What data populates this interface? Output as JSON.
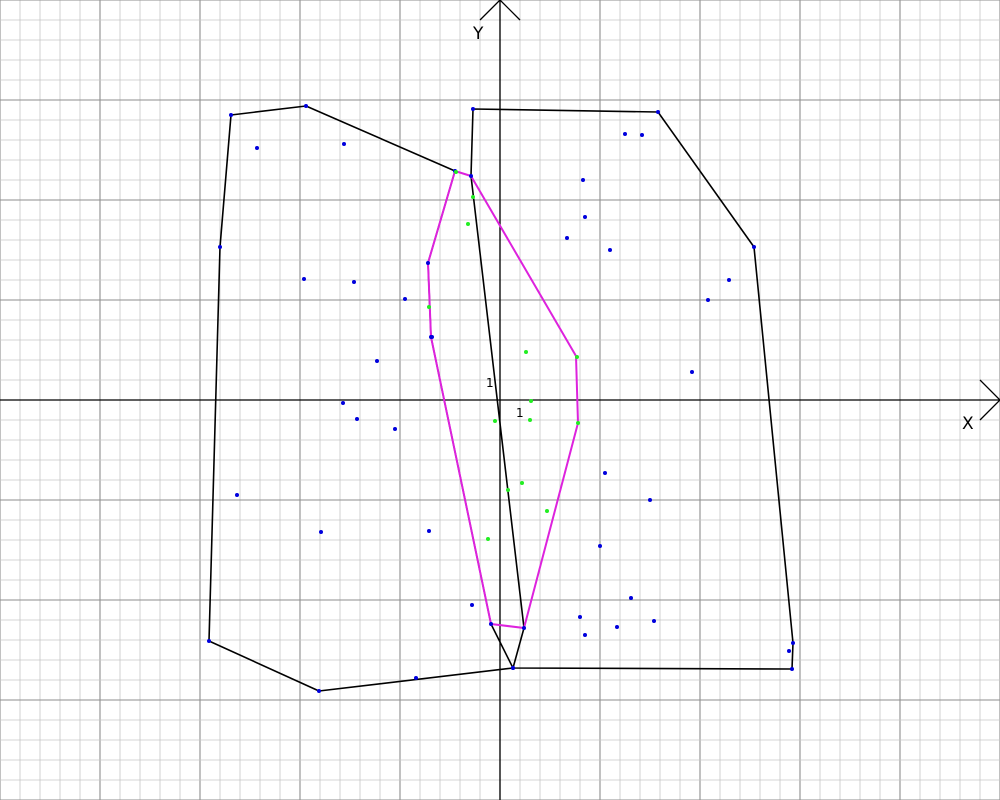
{
  "axes": {
    "x_label": "X",
    "y_label": "Y",
    "x_unit_label": "1",
    "y_unit_label": "1"
  },
  "colors": {
    "grid_minor": "#c6c6c6",
    "grid_major": "#8e8e8e",
    "axis": "#000000",
    "hull_outer": "#000000",
    "hull_inner": "#dd22dd",
    "points_blue": "#0000dd",
    "points_green": "#22ee22"
  },
  "chart_data": {
    "type": "scatter",
    "xlim": [
      -5,
      5
    ],
    "ylim": [
      -4,
      4
    ],
    "grid": true,
    "grid_minor_step": 0.2,
    "grid_major_step": 1,
    "hull_left": [
      [
        -2.69,
        2.85
      ],
      [
        -1.94,
        2.94
      ],
      [
        -0.45,
        2.29
      ],
      [
        -0.72,
        1.37
      ],
      [
        -0.69,
        0.63
      ],
      [
        -0.09,
        -2.24
      ],
      [
        0.13,
        -2.68
      ],
      [
        -1.81,
        -2.91
      ],
      [
        -2.91,
        -2.41
      ],
      [
        -2.8,
        1.53
      ]
    ],
    "hull_right": [
      [
        -0.27,
        2.91
      ],
      [
        1.58,
        2.88
      ],
      [
        2.54,
        1.53
      ],
      [
        2.93,
        -2.43
      ],
      [
        2.92,
        -2.69
      ],
      [
        0.13,
        -2.68
      ],
      [
        0.24,
        -2.28
      ],
      [
        -0.29,
        2.24
      ]
    ],
    "hull_inner": [
      [
        -0.45,
        2.29
      ],
      [
        -0.29,
        2.24
      ],
      [
        0.76,
        0.44
      ],
      [
        0.78,
        -0.23
      ],
      [
        0.24,
        -2.28
      ],
      [
        -0.09,
        -2.24
      ],
      [
        -0.69,
        0.63
      ],
      [
        -0.72,
        1.37
      ]
    ],
    "points_blue": [
      [
        -2.43,
        2.52
      ],
      [
        -1.56,
        2.56
      ],
      [
        -1.96,
        1.21
      ],
      [
        -1.46,
        1.18
      ],
      [
        -0.95,
        1.01
      ],
      [
        -1.23,
        0.39
      ],
      [
        -0.68,
        0.63
      ],
      [
        -1.57,
        -0.03
      ],
      [
        -1.43,
        -0.19
      ],
      [
        -1.05,
        -0.29
      ],
      [
        -2.63,
        -0.95
      ],
      [
        -1.79,
        -1.32
      ],
      [
        -0.71,
        -1.31
      ],
      [
        -0.28,
        -2.05
      ],
      [
        -0.84,
        -2.78
      ],
      [
        1.25,
        2.66
      ],
      [
        1.42,
        2.65
      ],
      [
        0.83,
        2.2
      ],
      [
        0.85,
        1.83
      ],
      [
        0.67,
        1.62
      ],
      [
        1.1,
        1.5
      ],
      [
        2.29,
        1.2
      ],
      [
        2.08,
        1.0
      ],
      [
        1.92,
        0.28
      ],
      [
        1.05,
        -0.73
      ],
      [
        1.5,
        -1.0
      ],
      [
        1.0,
        -1.46
      ],
      [
        1.31,
        -1.98
      ],
      [
        0.8,
        -2.17
      ],
      [
        1.54,
        -2.21
      ],
      [
        1.17,
        -2.27
      ],
      [
        0.85,
        -2.35
      ],
      [
        2.89,
        -2.51
      ]
    ],
    "points_green": [
      [
        -0.27,
        2.03
      ],
      [
        -0.32,
        1.76
      ],
      [
        -0.71,
        0.93
      ],
      [
        0.26,
        0.48
      ],
      [
        0.31,
        -0.01
      ],
      [
        0.3,
        -0.2
      ],
      [
        -0.05,
        -0.21
      ],
      [
        0.22,
        -0.83
      ],
      [
        0.08,
        -0.9
      ],
      [
        0.47,
        -1.11
      ],
      [
        -0.12,
        -1.39
      ],
      [
        -0.44,
        2.28
      ],
      [
        0.77,
        0.43
      ],
      [
        0.78,
        -0.23
      ]
    ]
  }
}
